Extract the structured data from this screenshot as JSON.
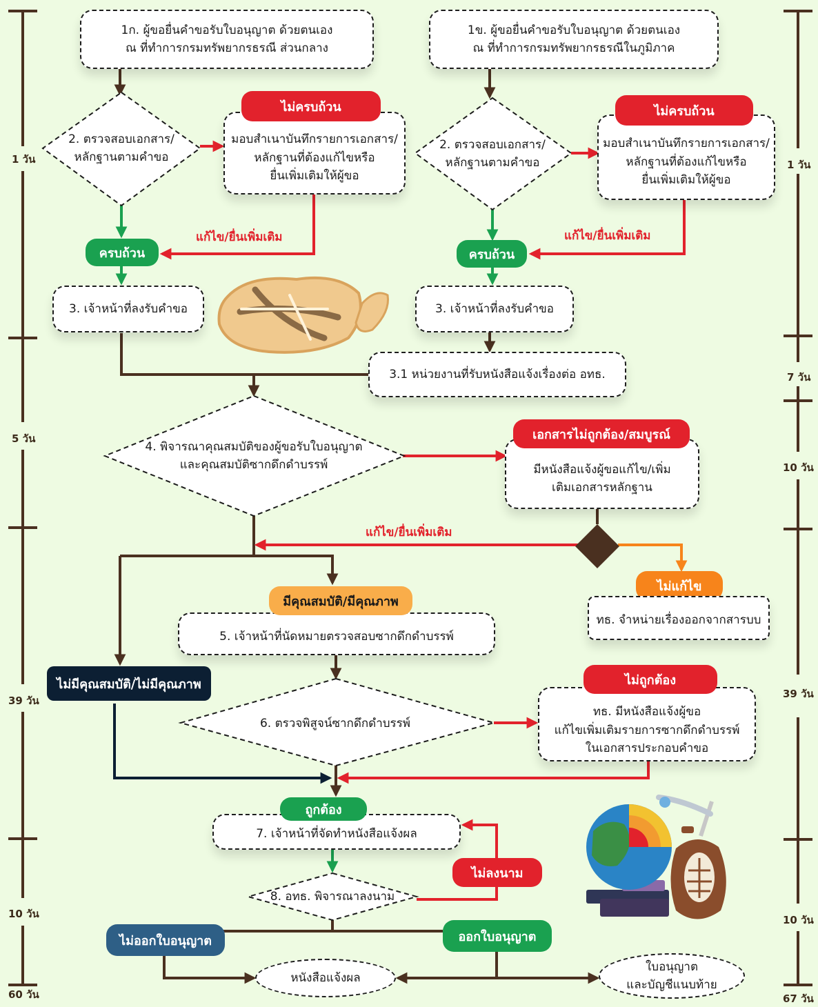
{
  "steps": {
    "s1a": "1ก. ผู้ขอยื่นคำขอรับใบอนุญาต ด้วยตนเอง\nณ ที่ทำการกรมทรัพยากรธรณี ส่วนกลาง",
    "s1b": "1ข. ผู้ขอยื่นคำขอรับใบอนุญาต ด้วยตนเอง\nณ ที่ทำการกรมทรัพยากรธรณีในภูมิภาค",
    "s2": "2. ตรวจสอบเอกสาร/\nหลักฐานตามคำขอ",
    "incomplete_note": "มอบสำเนาบันทึกรายการเอกสาร/\nหลักฐานที่ต้องแก้ไขหรือ\nยื่นเพิ่มเติมให้ผู้ขอ",
    "s3": "3. เจ้าหน้าที่ลงรับคำขอ",
    "s3_1": "3.1 หน่วยงานที่รับหนังสือแจ้งเรื่องต่อ อทธ.",
    "s4": "4. พิจารณาคุณสมบัติของผู้ขอรับใบอนุญาต\nและคุณสมบัติซากดึกดำบรรพ์",
    "doc_note": "มีหนังสือแจ้งผู้ขอแก้ไข/เพิ่ม\nเติมเอกสารหลักฐาน",
    "dispose_note": "ทธ. จำหน่ายเรื่องออกจากสารบบ",
    "s5": "5. เจ้าหน้าที่นัดหมายตรวจสอบซากดึกดำบรรพ์",
    "s6": "6. ตรวจพิสูจน์ซากดึกดำบรรพ์",
    "wrong_note": "ทธ. มีหนังสือแจ้งผู้ขอ\nแก้ไขเพิ่มเติมรายการซากดึกดำบรรพ์\nในเอกสารประกอบคำขอ",
    "s7": "7. เจ้าหน้าที่จัดทำหนังสือแจ้งผล",
    "s8": "8. อทธ. พิจารณาลงนาม",
    "result_letter": "หนังสือแจ้งผล",
    "license_out": "ใบอนุญาต\nและบัญชีแนบท้าย"
  },
  "badges": {
    "incomplete": "ไม่ครบถ้วน",
    "complete": "ครบถ้วน",
    "doc_incorrect": "เอกสารไม่ถูกต้อง/สมบูรณ์",
    "not_fixed": "ไม่แก้ไข",
    "qualified": "มีคุณสมบัติ/มีคุณภาพ",
    "not_qualified": "ไม่มีคุณสมบัติ/ไม่มีคุณภาพ",
    "incorrect": "ไม่ถูกต้อง",
    "correct": "ถูกต้อง",
    "not_signed": "ไม่ลงนาม",
    "no_license": "ไม่ออกใบอนุญาต",
    "license": "ออกใบอนุญาต"
  },
  "labels": {
    "fix_submit": "แก้ไข/ยื่นเพิ่มเติม"
  },
  "timeline": {
    "left": [
      "1 วัน",
      "5 วัน",
      "39 วัน",
      "10 วัน",
      "60 วัน"
    ],
    "right": [
      "1 วัน",
      "7 วัน",
      "10 วัน",
      "39 วัน",
      "10 วัน",
      "67 วัน"
    ]
  },
  "colors": {
    "background": "#eefbe2",
    "flow": "#4a3020",
    "green": "#1aa150",
    "red": "#e2222c",
    "orange": "#f7841b",
    "navy": "#0c1f33"
  }
}
